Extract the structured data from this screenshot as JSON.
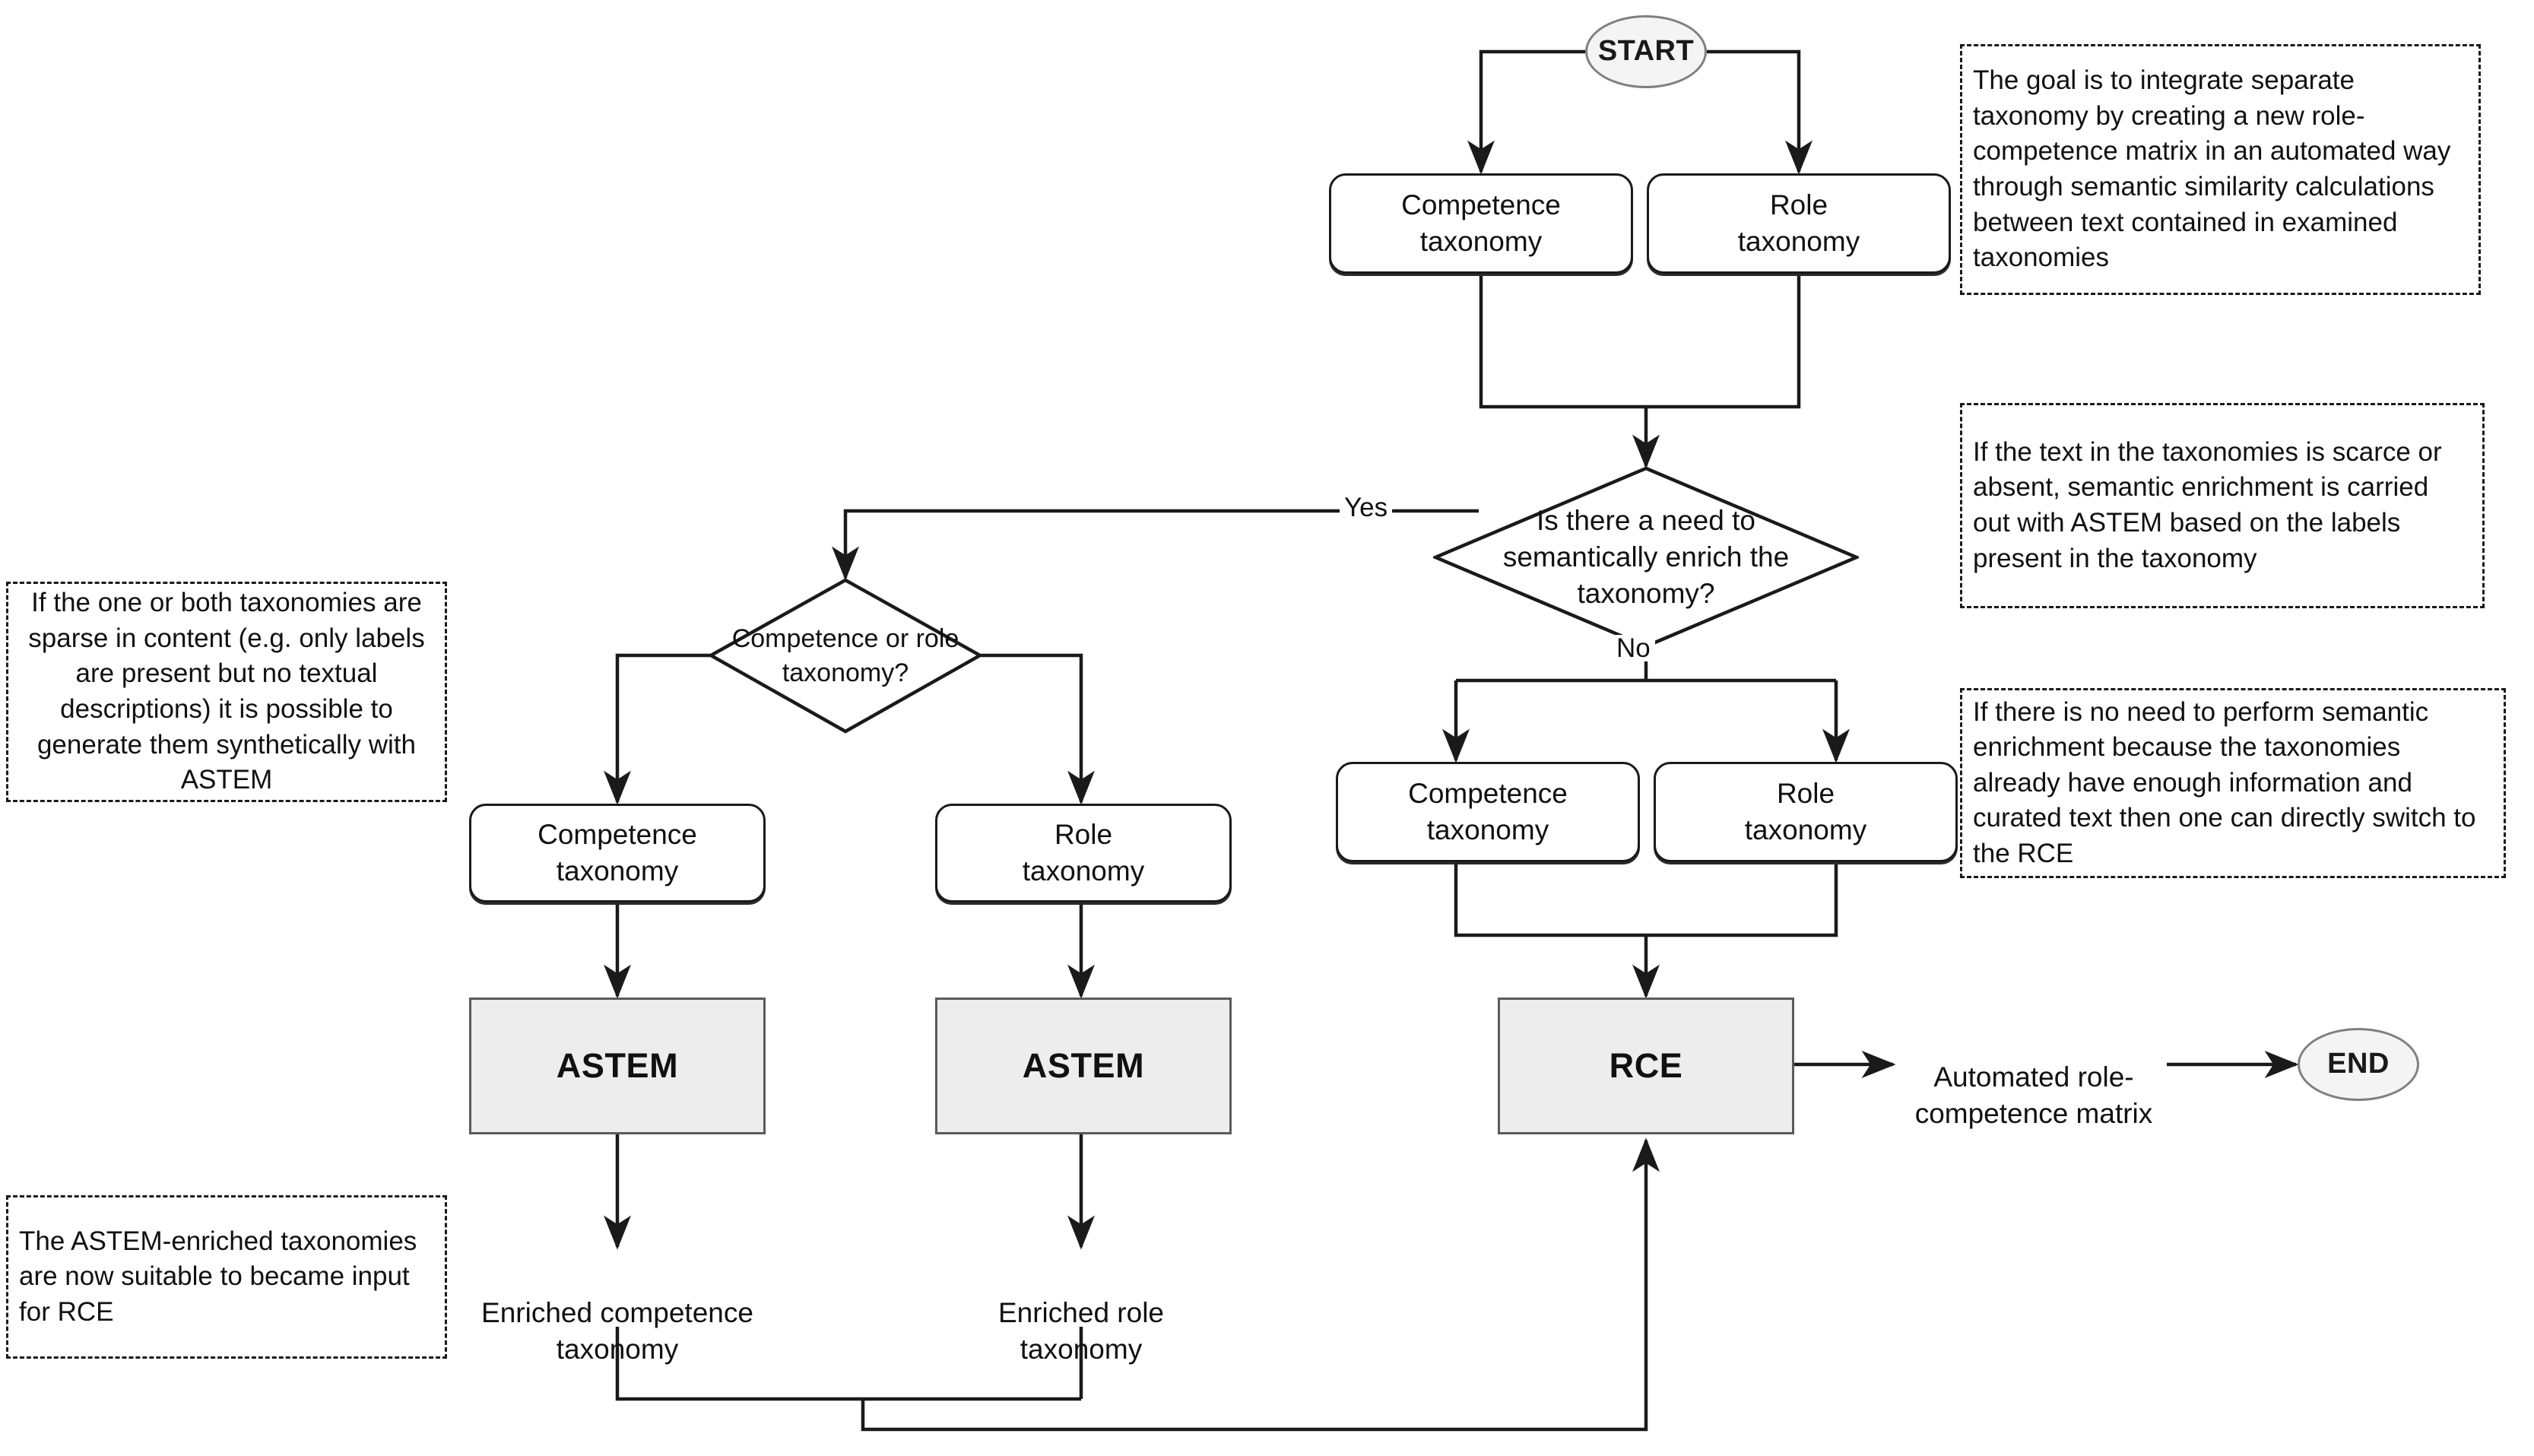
{
  "diagram": {
    "type": "flowchart",
    "title": "Automated role-competence matrix generation workflow",
    "colors": {
      "terminator_fill": "#f4f4f4",
      "terminator_stroke": "#7f7f7f",
      "process_fill": "#ededed",
      "process_stroke": "#5a5a5a",
      "box_stroke": "#1a1a1a",
      "edge_stroke": "#1a1a1a",
      "background": "#ffffff"
    }
  },
  "nodes": {
    "start": "START",
    "end": "END",
    "competence_taxonomy_top": "Competence\ntaxonomy",
    "role_taxonomy_top": "Role\ntaxonomy",
    "decision_enrich": "Is there a need to\nsemantically enrich the\ntaxonomy?",
    "decision_which": "Competence or role\ntaxonomy?",
    "competence_taxonomy_left": "Competence\ntaxonomy",
    "role_taxonomy_left": "Role\ntaxonomy",
    "competence_taxonomy_right": "Competence\ntaxonomy",
    "role_taxonomy_right": "Role\ntaxonomy",
    "astem_competence": "ASTEM",
    "astem_role": "ASTEM",
    "rce": "RCE",
    "enriched_competence": "Enriched competence\ntaxonomy",
    "enriched_role": "Enriched role\ntaxonomy",
    "automated_matrix": "Automated role-\ncompetence matrix"
  },
  "edge_labels": {
    "yes": "Yes",
    "no": "No"
  },
  "annotations": {
    "goal": "The goal is to integrate separate taxonomy by creating a new role-competence matrix in an automated way through semantic similarity calculations between text contained in examined taxonomies",
    "enrichment": "If the text in the taxonomies is scarce or absent, semantic enrichment is carried out with ASTEM based on the labels present in the taxonomy",
    "no_enrichment": "If there is no need to perform semantic enrichment because the taxonomies already have enough information and curated text then one can directly switch to the RCE",
    "sparse": "If the one or both taxonomies are sparse in content (e.g. only labels are present but no textual descriptions) it is possible to generate them synthetically with ASTEM",
    "astem_output": "The ASTEM-enriched taxonomies are now suitable to became input for RCE"
  }
}
